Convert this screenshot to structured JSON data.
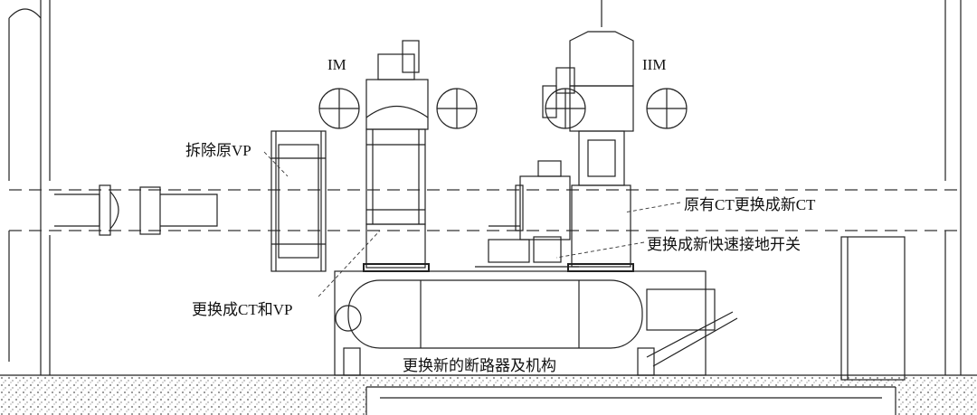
{
  "labels": {
    "im": "IM",
    "iim": "IIM",
    "remove_vp": "拆除原VP",
    "replace_ct_vp": "更换成CT和VP",
    "replace_ct": "原有CT更换成新CT",
    "replace_earth_switch": "更换成新快速接地开关",
    "replace_breaker": "更换新的断路器及机构"
  },
  "colors": {
    "line": "#222222",
    "background": "#ffffff",
    "ground": "#cfcfcf"
  }
}
